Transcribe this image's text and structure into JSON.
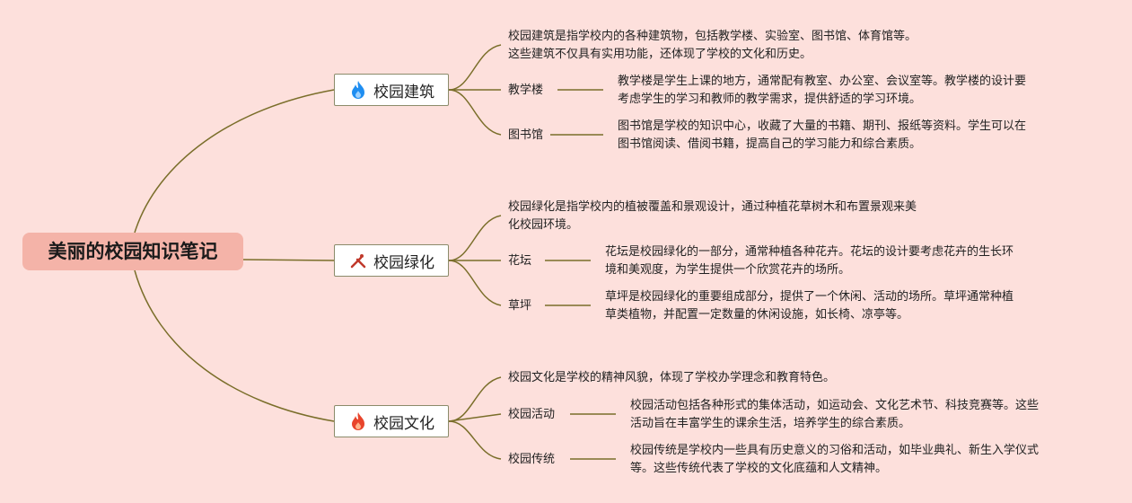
{
  "root": {
    "title": "美丽的校园知识笔记"
  },
  "branches": [
    {
      "title": "校园建筑",
      "icon": "flame-blue-icon",
      "summary": [
        "校园建筑是指学校内的各种建筑物，包括教学楼、实验室、图书馆、体育馆等。",
        "这些建筑不仅具有实用功能，还体现了学校的文化和历史。"
      ],
      "children": [
        {
          "label": "教学楼",
          "text": [
            "教学楼是学生上课的地方，通常配有教室、办公室、会议室等。教学楼的设计要",
            "考虑学生的学习和教师的教学需求，提供舒适的学习环境。"
          ]
        },
        {
          "label": "图书馆",
          "text": [
            "图书馆是学校的知识中心，收藏了大量的书籍、期刊、报纸等资料。学生可以在",
            "图书馆阅读、借阅书籍，提高自己的学习能力和综合素质。"
          ]
        }
      ]
    },
    {
      "title": "校园绿化",
      "icon": "tools-icon",
      "summary": [
        "校园绿化是指学校内的植被覆盖和景观设计，通过种植花草树木和布置景观来美",
        "化校园环境。"
      ],
      "children": [
        {
          "label": "花坛",
          "text": [
            "花坛是校园绿化的一部分，通常种植各种花卉。花坛的设计要考虑花卉的生长环",
            "境和美观度，为学生提供一个欣赏花卉的场所。"
          ]
        },
        {
          "label": "草坪",
          "text": [
            "草坪是校园绿化的重要组成部分，提供了一个休闲、活动的场所。草坪通常种植",
            "草类植物，并配置一定数量的休闲设施，如长椅、凉亭等。"
          ]
        }
      ]
    },
    {
      "title": "校园文化",
      "icon": "flame-red-icon",
      "summary": [
        "校园文化是学校的精神风貌，体现了学校办学理念和教育特色。"
      ],
      "children": [
        {
          "label": "校园活动",
          "text": [
            "校园活动包括各种形式的集体活动，如运动会、文化艺术节、科技竞赛等。这些",
            "活动旨在丰富学生的课余生活，培养学生的综合素质。"
          ]
        },
        {
          "label": "校园传统",
          "text": [
            "校园传统是学校内一些具有历史意义的习俗和活动，如毕业典礼、新生入学仪式",
            "等。这些传统代表了学校的文化底蕴和人文精神。"
          ]
        }
      ]
    }
  ],
  "colors": {
    "background": "#fde0dc",
    "root_fill": "#f4b3a8",
    "line": "#7a6e2a",
    "icon_blue": "#1f8ef1",
    "icon_red": "#e8452c"
  }
}
